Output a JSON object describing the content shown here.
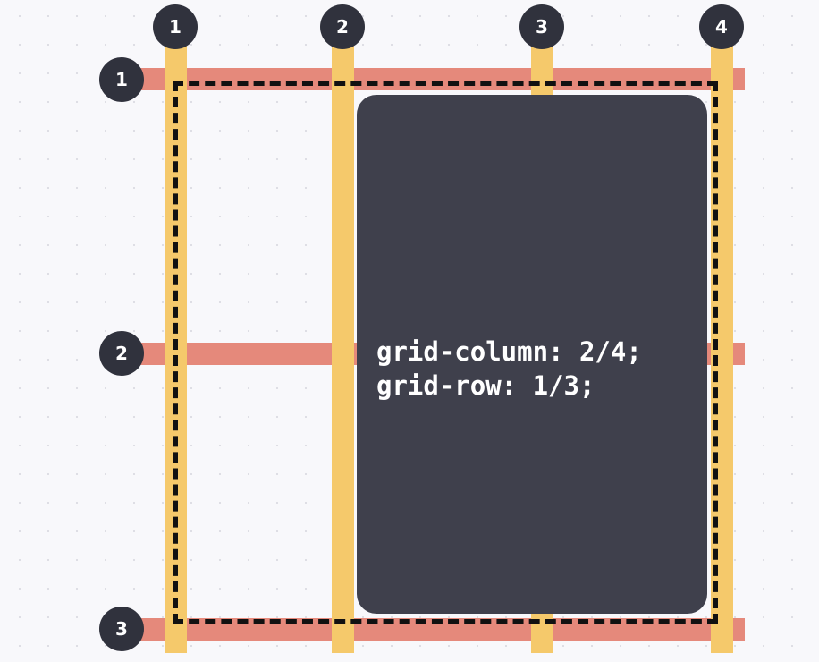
{
  "diagram": {
    "column_line_numbers": [
      "1",
      "2",
      "3",
      "4"
    ],
    "row_line_numbers": [
      "1",
      "2",
      "3"
    ],
    "grid_item": {
      "code_lines": [
        "grid-column: 2/4;",
        "grid-row: 1/3;"
      ]
    },
    "colors": {
      "background": "#f8f8fb",
      "row_line": "#e5897b",
      "column_line": "#f5c96b",
      "item_fill": "#3f404c",
      "badge_fill": "#30323d",
      "outline": "#111111"
    }
  }
}
